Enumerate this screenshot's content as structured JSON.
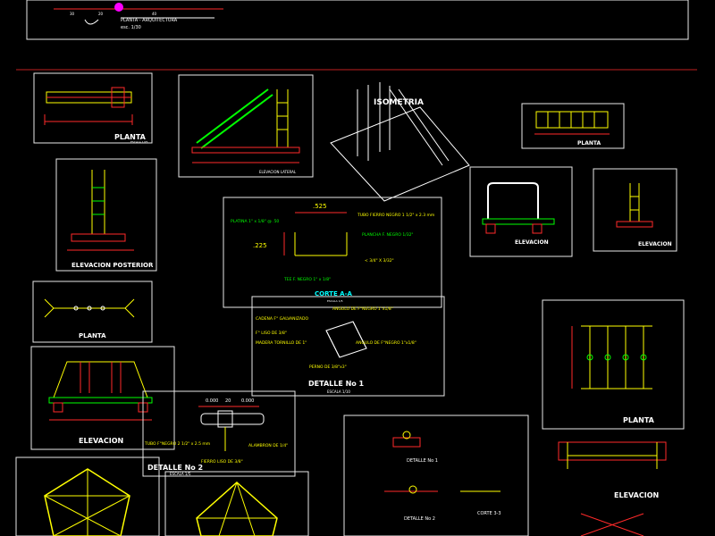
{
  "colors": {
    "background": "#000000",
    "frame": "#e8e8e8",
    "dimension": "#ff2a2a",
    "structure": "#ffff00",
    "detail": "#00ffff",
    "note": "#00ff00"
  },
  "top_strip": {
    "title": "PLANTA - ARQUITECTURA",
    "scale": "esc. 1/30",
    "dims": [
      "30",
      "20",
      "40"
    ]
  },
  "views": {
    "planta_1": {
      "label": "PLANTA",
      "sub": "ESCALA 1/25"
    },
    "elevacion_lateral": {
      "label": "ELEVACION LATERAL"
    },
    "isometria": {
      "label": "ISOMETRIA"
    },
    "planta_2": {
      "label": "PLANTA"
    },
    "elevacion_posterior": {
      "label": "ELEVACION POSTERIOR"
    },
    "corte_aa": {
      "label": "CORTE A-A",
      "sub": "ESCALA 1/5",
      "dim_top": ".525",
      "dim_left": ".225",
      "notes": [
        "PLATINA 1\" x 1/8\" @ .50",
        "TUBO FIERRO NEGRO 1 1/2\" x 2.3 mm",
        "PLANCHA F. NEGRO 1/32\"",
        "< 3/4\" X 3/32\"",
        "TEE F. NEGRO 1\" x 1/8\""
      ]
    },
    "elevacion_1": {
      "label": "ELEVACION"
    },
    "elevacion_2": {
      "label": "ELEVACION"
    },
    "planta_3": {
      "label": "PLANTA"
    },
    "detalle_1": {
      "label": "DETALLE No 1",
      "sub": "ESCALA 1/10",
      "notes": [
        "ANGULO DE F°NEGRO 1\"x1/8\"",
        "CADENA F° GALVANIZADO",
        "F° LISO DE 3/8\"",
        "MADERA TORNILLO DE 1\"",
        "ANGULO DE F°NEGRO 1\"x1/8\"",
        "PERNO DE 3/8\"x3\""
      ]
    },
    "elevacion_3": {
      "label": "ELEVACION"
    },
    "detalle_2": {
      "label": "DETALLE No 2",
      "sub": "ESCALA 1/5",
      "dims": [
        "0.000",
        "20",
        "0.000"
      ],
      "notes": [
        "TUBO F°NEGRO 2 1/2\" x 2.5 mm",
        "ALAMBRON DE 1/4\"",
        "FIERRO LISO DE 3/8\""
      ]
    },
    "detalles_small": {
      "d1": "DETALLE No 1",
      "d2": "DETALLE No 2",
      "c1": "CORTE 3-3"
    },
    "planta_4": {
      "label": "PLANTA"
    },
    "elevacion_4": {
      "label": "ELEVACION"
    }
  }
}
